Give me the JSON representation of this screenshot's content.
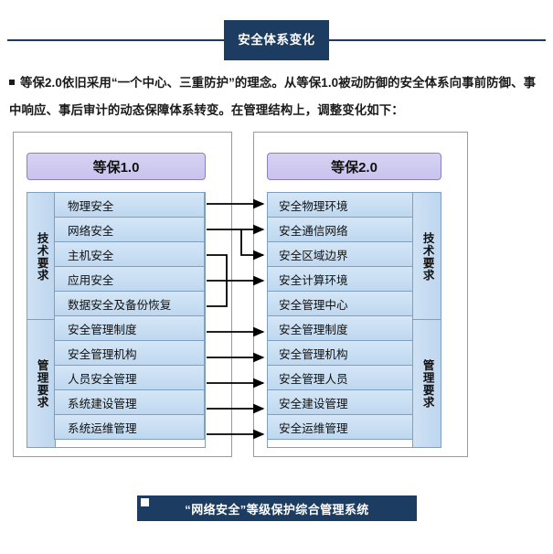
{
  "header": {
    "title": "安全体系变化"
  },
  "intro": {
    "bullet": "square-bullet",
    "text": "等保2.0依旧采用“一个中心、三重防护”的理念。从等保1.0被动防御的安全体系向事前防御、事中响应、事后审计的动态保障体系转变。在管理结构上，调整变化如下："
  },
  "diagram": {
    "left_panel": {
      "title": "等保1.0",
      "groups": [
        {
          "label": "技术要求",
          "items": [
            "物理安全",
            "网络安全",
            "主机安全",
            "应用安全",
            "数据安全及备份恢复"
          ]
        },
        {
          "label": "管理要求",
          "items": [
            "安全管理制度",
            "安全管理机构",
            "人员安全管理",
            "系统建设管理",
            "系统运维管理"
          ]
        }
      ]
    },
    "right_panel": {
      "title": "等保2.0",
      "groups": [
        {
          "label": "技术要求",
          "items": [
            "安全物理环境",
            "安全通信网络",
            "安全区域边界",
            "安全计算环境",
            "安全管理中心"
          ]
        },
        {
          "label": "管理要求",
          "items": [
            "安全管理制度",
            "安全管理机构",
            "安全管理人员",
            "安全建设管理",
            "安全运维管理"
          ]
        }
      ]
    },
    "mappings": [
      {
        "from": "物理安全",
        "to": "安全物理环境"
      },
      {
        "from": "网络安全",
        "to": "安全通信网络"
      },
      {
        "from": "网络安全",
        "to": "安全区域边界"
      },
      {
        "from": "主机安全",
        "to": "安全计算环境"
      },
      {
        "from": "应用安全",
        "to": "安全计算环境"
      },
      {
        "from": "数据安全及备份恢复",
        "to": "安全计算环境"
      },
      {
        "from": "安全管理制度",
        "to": "安全管理制度"
      },
      {
        "from": "安全管理机构",
        "to": "安全管理机构"
      },
      {
        "from": "人员安全管理",
        "to": "安全管理人员"
      },
      {
        "from": "系统建设管理",
        "to": "安全建设管理"
      },
      {
        "from": "系统运维管理",
        "to": "安全运维管理"
      }
    ]
  },
  "caption": {
    "text": "“网络安全”等级保护综合管理系统"
  },
  "colors": {
    "navy": "#1d3c61",
    "header_purple": "#cdc7ef",
    "cell_blue": "#c8dcf0",
    "border_blue": "#7f9fc0",
    "panel_border": "#9a9a9a"
  }
}
